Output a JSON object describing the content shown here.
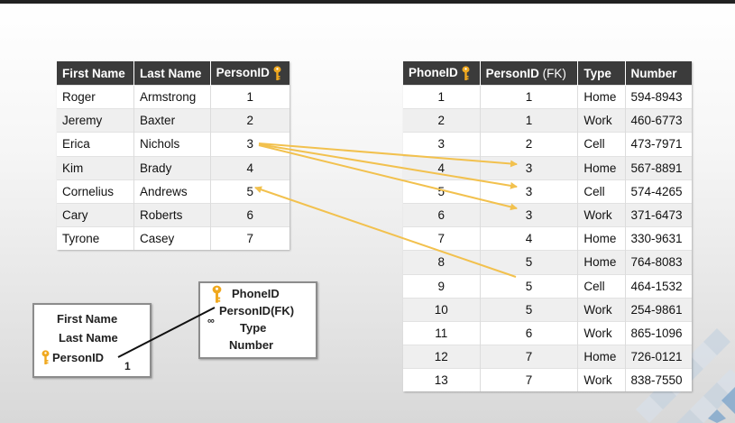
{
  "people_table": {
    "headers": [
      "First Name",
      "Last Name",
      "PersonID"
    ],
    "rows": [
      [
        "Roger",
        "Armstrong",
        "1"
      ],
      [
        "Jeremy",
        "Baxter",
        "2"
      ],
      [
        "Erica",
        "Nichols",
        "3"
      ],
      [
        "Kim",
        "Brady",
        "4"
      ],
      [
        "Cornelius",
        "Andrews",
        "5"
      ],
      [
        "Cary",
        "Roberts",
        "6"
      ],
      [
        "Tyrone",
        "Casey",
        "7"
      ]
    ]
  },
  "phones_table": {
    "headers": [
      "PhoneID",
      "PersonID",
      "(FK)",
      "Type",
      "Number"
    ],
    "rows": [
      [
        "1",
        "1",
        "Home",
        "594-8943"
      ],
      [
        "2",
        "1",
        "Work",
        "460-6773"
      ],
      [
        "3",
        "2",
        "Cell",
        "473-7971"
      ],
      [
        "4",
        "3",
        "Home",
        "567-8891"
      ],
      [
        "5",
        "3",
        "Cell",
        "574-4265"
      ],
      [
        "6",
        "3",
        "Work",
        "371-6473"
      ],
      [
        "7",
        "4",
        "Home",
        "330-9631"
      ],
      [
        "8",
        "5",
        "Home",
        "764-8083"
      ],
      [
        "9",
        "5",
        "Cell",
        "464-1532"
      ],
      [
        "10",
        "5",
        "Work",
        "254-9861"
      ],
      [
        "11",
        "6",
        "Work",
        "865-1096"
      ],
      [
        "12",
        "7",
        "Home",
        "726-0121"
      ],
      [
        "13",
        "7",
        "Work",
        "838-7550"
      ]
    ]
  },
  "person_entity": {
    "fields": [
      "First Name",
      "Last Name",
      "PersonID"
    ],
    "cardinality": "1"
  },
  "phone_entity": {
    "fields": [
      "PhoneID",
      "PersonID(FK)",
      "Type",
      "Number"
    ],
    "cardinality": "∞"
  },
  "icons": {
    "key": "key-icon"
  },
  "colors": {
    "header": "#3b3b3b",
    "arrow": "#f2c14e",
    "key": "#f0a81e"
  }
}
